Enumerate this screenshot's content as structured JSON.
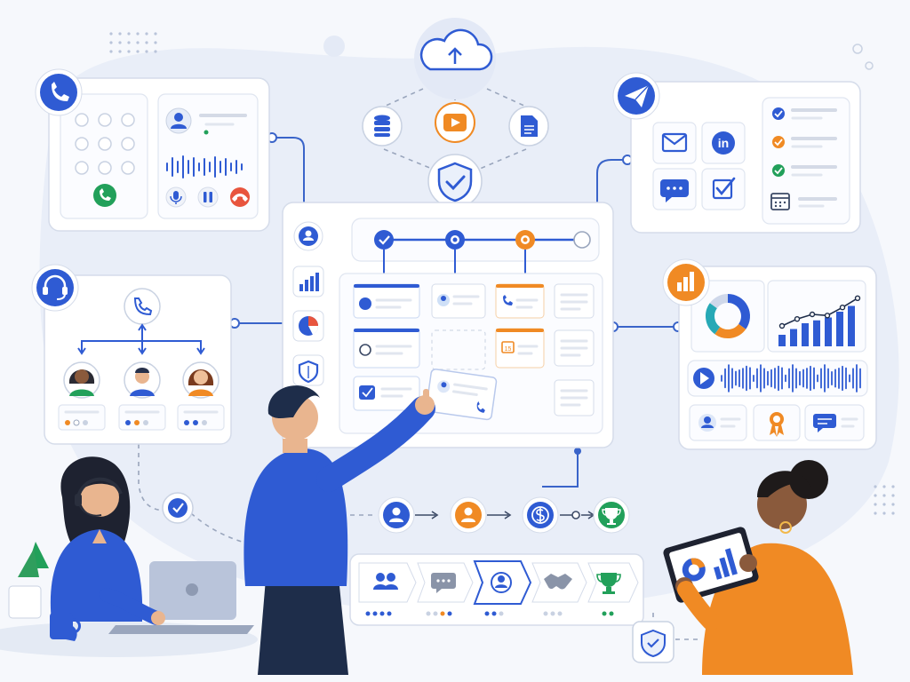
{
  "colors": {
    "primary": "#2f5bd3",
    "accent": "#f08a24",
    "success": "#22a05a",
    "danger": "#e8553e",
    "panel_border": "#d5dcea",
    "background": "#f6f8fc"
  },
  "cloud_hub": {
    "icon": "cloud-upload-icon",
    "services": [
      "database-icon",
      "video-play-icon",
      "document-icon"
    ],
    "security": "shield-check-icon"
  },
  "phone_panel": {
    "badge_icon": "phone-icon",
    "keypad_keys": 9,
    "call_button": "phone-answer-icon",
    "caller_icon": "user-icon",
    "controls": [
      "microphone-icon",
      "pause-icon",
      "hang-up-icon"
    ]
  },
  "messaging_panel": {
    "badge_icon": "paper-plane-icon",
    "channels": [
      "mail-icon",
      "linkedin-icon",
      "chat-bubble-icon",
      "checkbox-icon"
    ],
    "linkedin_text": "in",
    "checklist_marks": [
      "check-blue",
      "check-orange",
      "check-green",
      "calendar-icon"
    ]
  },
  "support_panel": {
    "badge_icon": "headset-icon",
    "root_icon": "phone-icon",
    "agents": [
      "agent-woman-avatar",
      "agent-man-avatar",
      "agent-woman-2-avatar"
    ]
  },
  "central_board": {
    "sidebar_icons": [
      "user-icon",
      "bar-chart-icon",
      "pie-chart-icon",
      "shield-icon"
    ],
    "pipeline_steps": [
      "done",
      "active",
      "in-progress",
      "pending"
    ],
    "calendar_text": "15"
  },
  "analytics_panel": {
    "badge_icon": "bar-chart-icon",
    "donut_shares": [
      0.35,
      0.25,
      0.25,
      0.15
    ],
    "bar_values": [
      2,
      3,
      4,
      4.5,
      5,
      6,
      7
    ],
    "trend_points": [
      2,
      3.2,
      4,
      3.8,
      5.2,
      6.8
    ],
    "bottom_icons": [
      "user-icon",
      "award-ribbon-icon",
      "chat-icon"
    ]
  },
  "journey": {
    "steps": [
      "user-icon",
      "user-orange-icon",
      "dollar-coin-icon",
      "trophy-icon"
    ],
    "stages": [
      "team-icon",
      "chat-icon",
      "user-icon",
      "handshake-icon",
      "trophy-icon"
    ]
  },
  "checkpoints": [
    "check-circle-icon",
    "shield-check-icon"
  ]
}
